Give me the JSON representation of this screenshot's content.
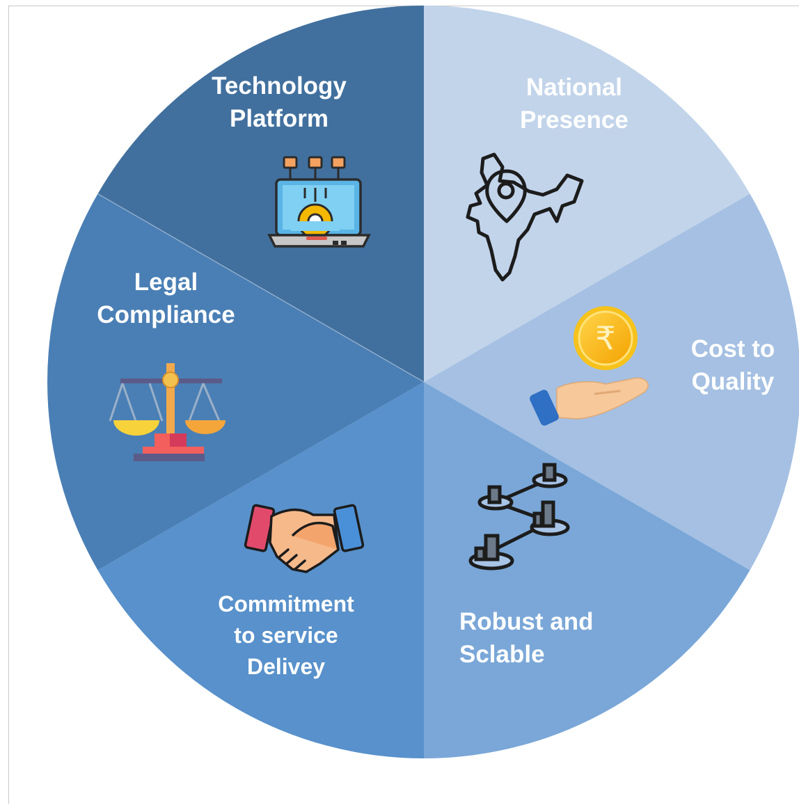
{
  "segments": [
    {
      "id": "technology-platform",
      "lines": [
        "Technology",
        "Platform"
      ],
      "color": "#41709e",
      "text_color": "#ffffff",
      "icon": "laptop-gear-icon"
    },
    {
      "id": "national-presence",
      "lines": [
        "National",
        "Presence"
      ],
      "color": "#c2d4ea",
      "text_color": "#ffffff",
      "icon": "india-map-pin-icon"
    },
    {
      "id": "cost-to-quality",
      "lines": [
        "Cost to",
        "Quality"
      ],
      "color": "#a5c0e2",
      "text_color": "#ffffff",
      "icon": "hand-rupee-coin-icon"
    },
    {
      "id": "robust-and-scalable",
      "lines": [
        "Robust and",
        "Sclable"
      ],
      "color": "#7aa7d8",
      "text_color": "#ffffff",
      "icon": "network-nodes-icon"
    },
    {
      "id": "commitment",
      "lines": [
        "Commitment",
        "to service",
        "Delivey"
      ],
      "color": "#5891cb",
      "text_color": "#ffffff",
      "icon": "handshake-icon"
    },
    {
      "id": "legal-compliance",
      "lines": [
        "Legal",
        "Compliance"
      ],
      "color": "#4a7fb5",
      "text_color": "#ffffff",
      "icon": "balance-scale-icon"
    }
  ]
}
